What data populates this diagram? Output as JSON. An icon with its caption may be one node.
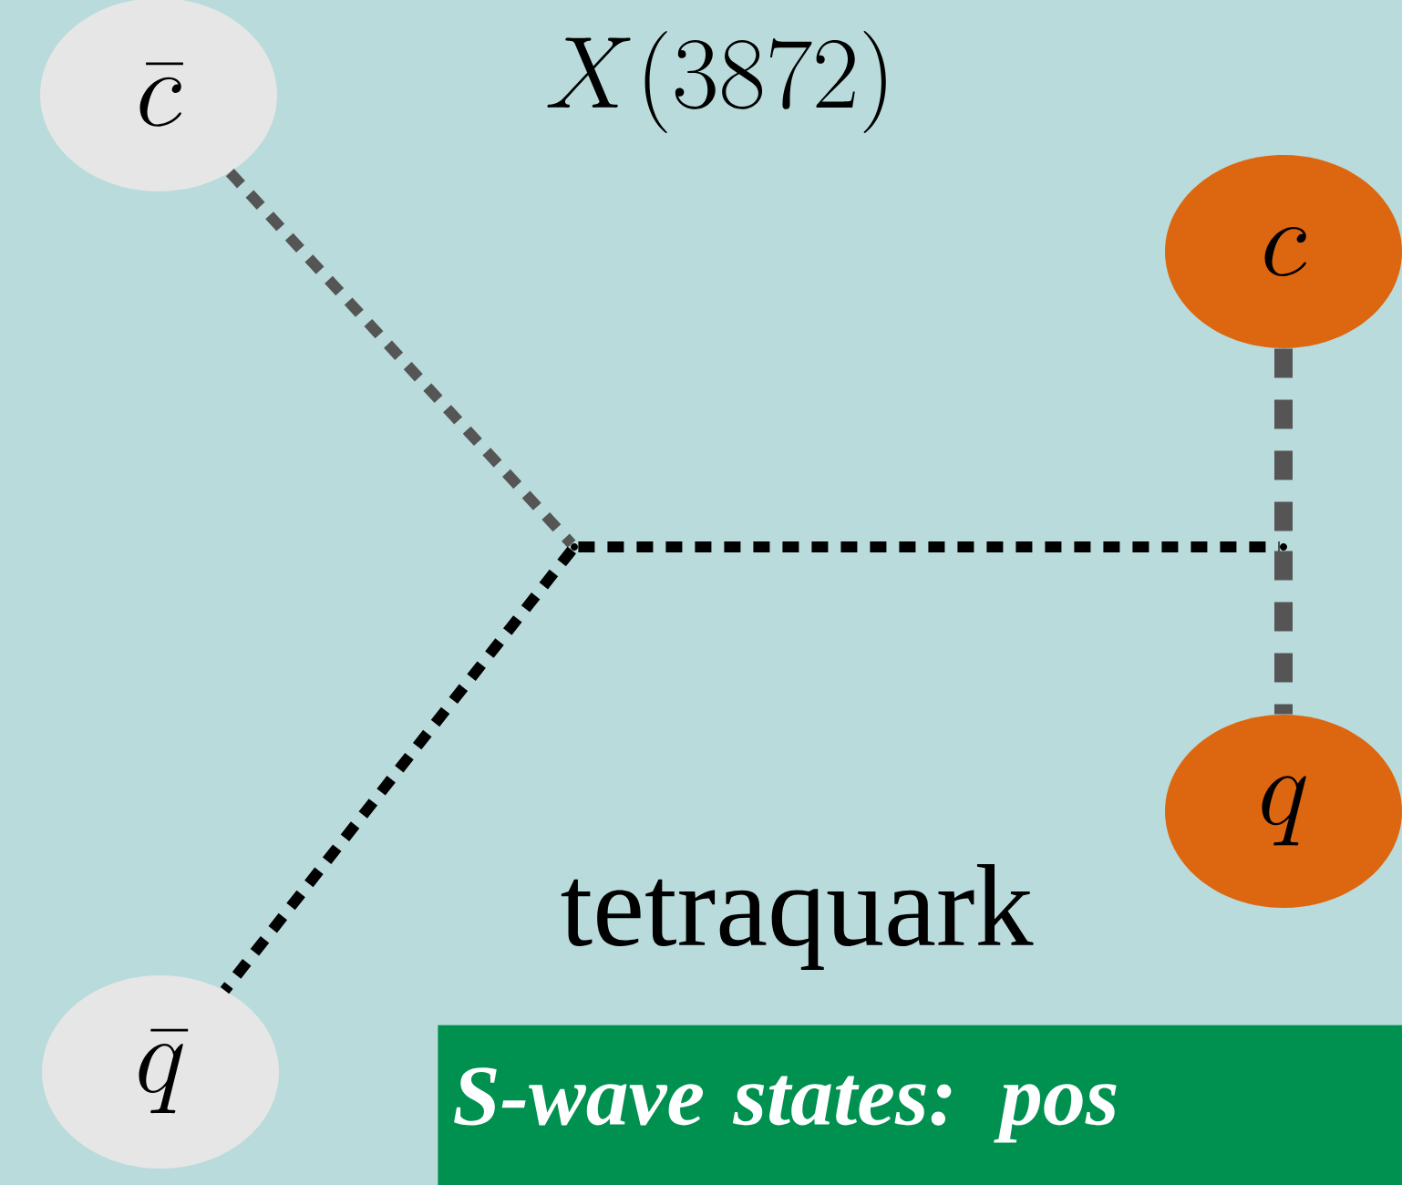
{
  "diagram": {
    "nodes": [
      {
        "text": [
          "\\bar{c}"
        ]
      },
      {
        "text": [
          "c"
        ]
      },
      {
        "text": [],
        "shape": "point"
      },
      {
        "text": [],
        "shape": "point"
      },
      {
        "text": [
          "q"
        ]
      },
      {
        "text": [
          "\\bar{q}"
        ]
      },
      {
        "text": [
          "S-wave states: pos"
        ]
      }
    ],
    "edges": [
      {
        "from": 0,
        "to": 2,
        "arrow": "none",
        "style": "dashed",
        "color": "#555555"
      },
      {
        "from": 2,
        "to": 3,
        "arrow": "none",
        "style": "dashed"
      },
      {
        "from": 1,
        "to": 3,
        "arrow": "none",
        "style": "dashed",
        "color": "#555555"
      },
      {
        "from": 3,
        "to": 4,
        "arrow": "none",
        "style": "dashed",
        "color": "#555555"
      },
      {
        "from": 2,
        "to": 5,
        "arrow": "none",
        "style": "dashed"
      }
    ],
    "labels": [
      "X(3872)",
      "tetraquark"
    ]
  }
}
